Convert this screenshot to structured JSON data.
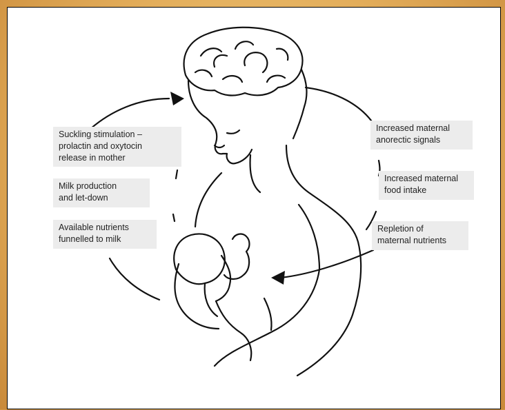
{
  "diagram": {
    "left_steps": [
      "Suckling stimulation –\nprolactin and oxytocin\nrelease in mother",
      "Milk production\nand let-down",
      "Available nutrients\nfunnelled to milk"
    ],
    "right_steps": [
      "Increased maternal\nanorectic signals",
      "Increased maternal\nfood intake",
      "Repletion of\nmaternal nutrients"
    ]
  },
  "colors": {
    "background": "#e3ad5a",
    "panel": "#ffffff",
    "box": "#ececec",
    "ink": "#111111"
  }
}
